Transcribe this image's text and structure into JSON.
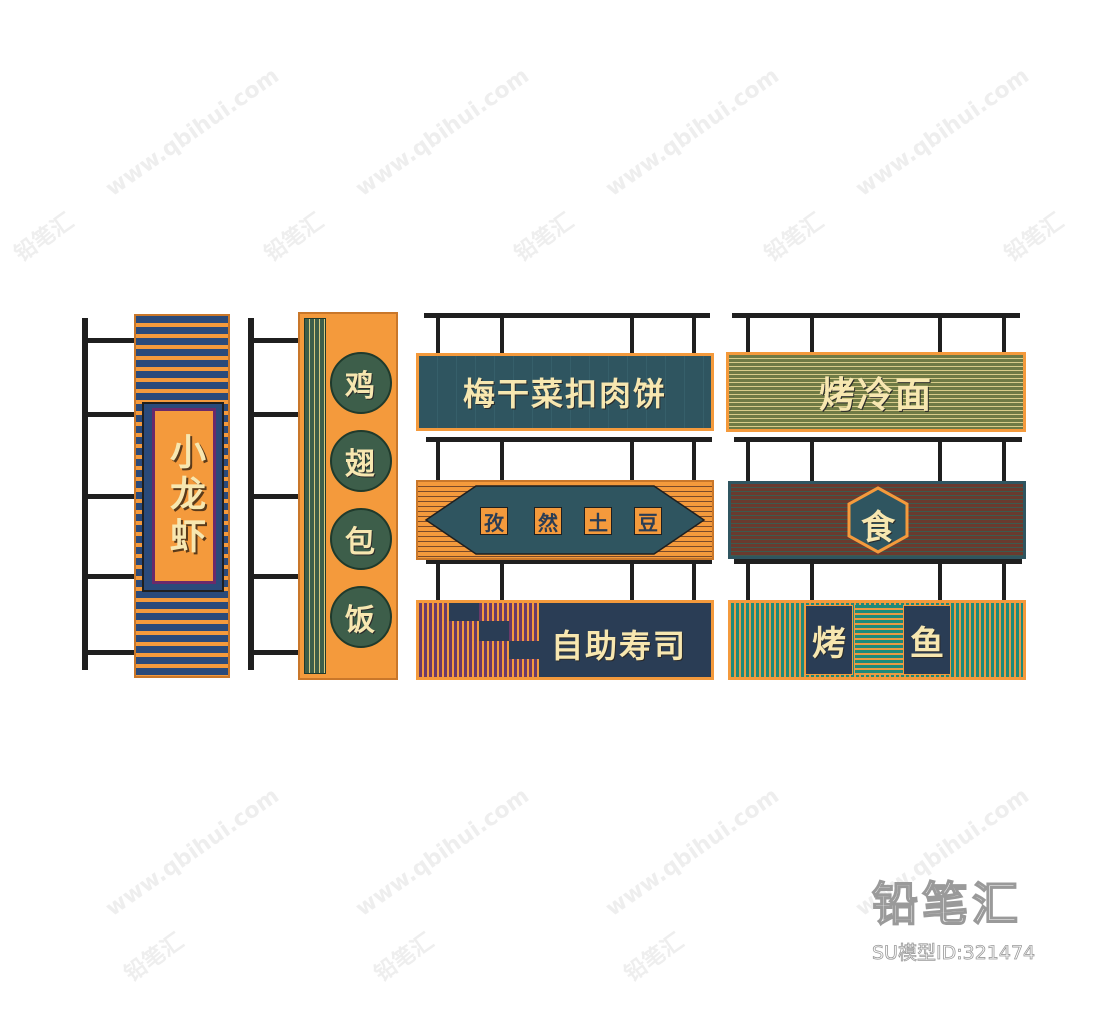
{
  "watermark": {
    "url_text": "www.qbihui.com",
    "brand_text": "铅笔汇"
  },
  "logo": {
    "brand": "铅笔汇",
    "model_id": "SU模型ID:321474"
  },
  "signs": {
    "crayfish": "小龙虾",
    "chicken_wing_rice": [
      "鸡",
      "翅",
      "包",
      "饭"
    ],
    "pork_pancake": "梅干菜扣肉饼",
    "roast_potato": [
      "孜",
      "然",
      "土",
      "豆"
    ],
    "sushi": "自助寿司",
    "cold_noodle": "烤冷面",
    "food_badge": "食",
    "grilled_fish": [
      "烤",
      "鱼"
    ]
  },
  "colors": {
    "orange": "#f49a3c",
    "navy": "#2a4a7a",
    "teal": "#2f5560",
    "green": "#3d5e4a",
    "cream": "#f7e7b0",
    "frame": "#1f1f1f"
  }
}
